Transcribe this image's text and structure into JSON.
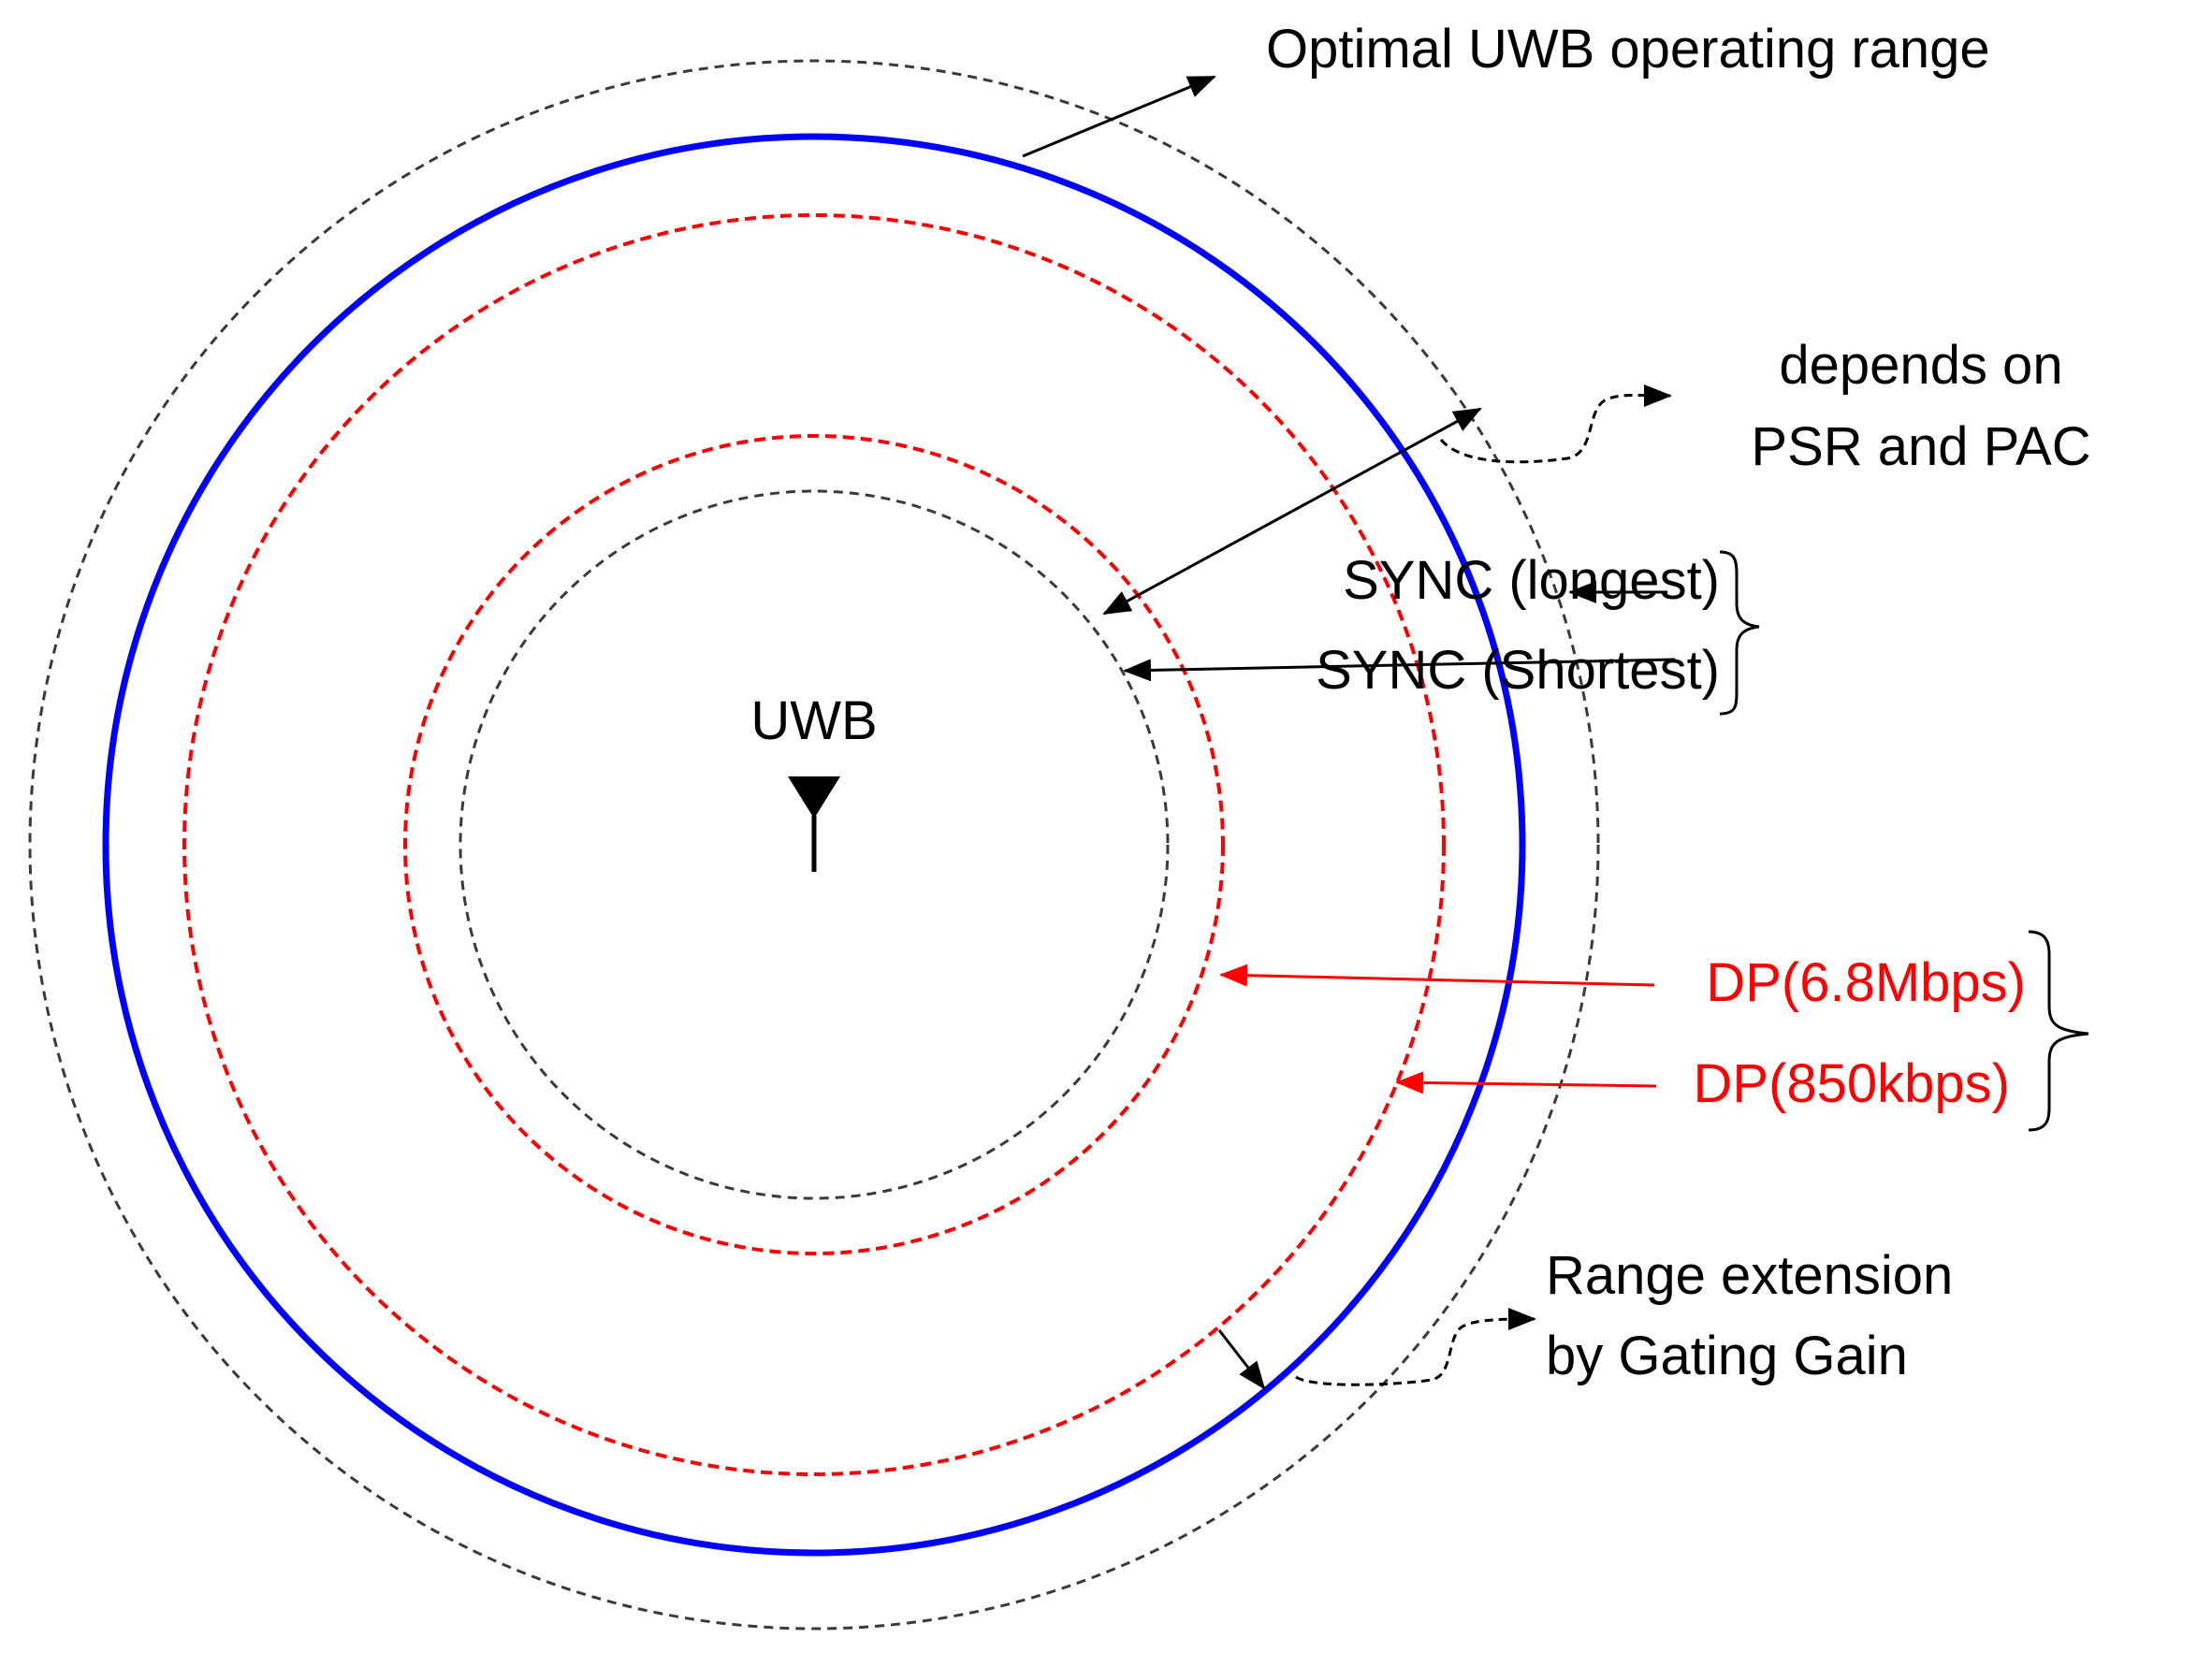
{
  "labels": {
    "optimal_range": "Optimal UWB operating range",
    "depends_line1": "depends on",
    "depends_line2": "PSR and PAC",
    "sync_longest": "SYNC (longest)",
    "sync_shortest": "SYNC (Shortest)",
    "center": "UWB",
    "dp_fast": "DP(6.8Mbps)",
    "dp_slow": "DP(850kbps)",
    "gating_line1": "Range extension",
    "gating_line2": "by Gating Gain"
  },
  "colors": {
    "blue_ring": "#0000ff",
    "red_ring": "#ff0000",
    "black": "#000000",
    "gray_ring": "#3a3a3a"
  },
  "icons": {
    "antenna": "antenna-icon"
  }
}
